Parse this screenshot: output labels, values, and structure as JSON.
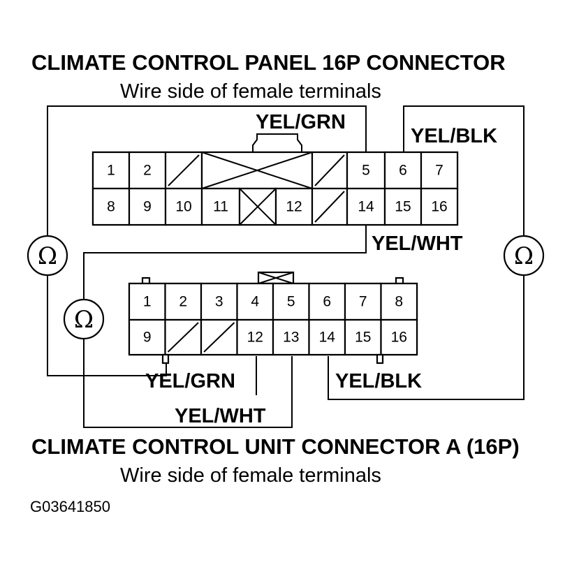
{
  "panel_connector": {
    "title": "CLIMATE CONTROL PANEL 16P CONNECTOR",
    "subtitle": "Wire side of female terminals",
    "top_row": [
      "1",
      "2",
      "",
      "",
      "",
      "5",
      "6",
      "7"
    ],
    "bottom_row": [
      "8",
      "9",
      "10",
      "11",
      "",
      "12",
      "14",
      "15",
      "16"
    ],
    "wire_labels": {
      "top": "YEL/GRN",
      "right": "YEL/BLK",
      "bottom": "YEL/WHT"
    }
  },
  "unit_connector": {
    "title": "CLIMATE CONTROL UNIT CONNECTOR A (16P)",
    "subtitle": "Wire side of female terminals",
    "top_row": [
      "1",
      "2",
      "3",
      "4",
      "5",
      "6",
      "7",
      "8"
    ],
    "bottom_row": [
      "9",
      "",
      "",
      "12",
      "13",
      "14",
      "15",
      "16"
    ],
    "wire_labels": {
      "left": "YEL/GRN",
      "right": "YEL/BLK",
      "bottom": "YEL/WHT"
    }
  },
  "meters": {
    "symbol": "Ω"
  },
  "figure_code": "G03641850"
}
